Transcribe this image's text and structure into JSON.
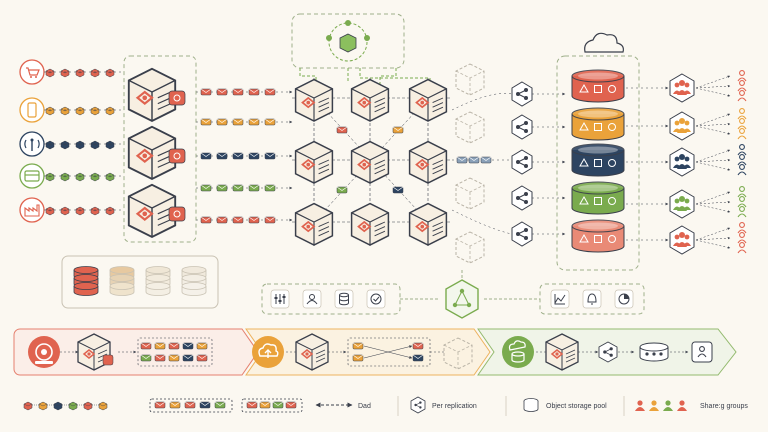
{
  "colors": {
    "red": "#e0634f",
    "orange": "#eaa23a",
    "navy": "#2d4461",
    "green": "#7aab4e",
    "salmon": "#e98a76",
    "ink": "#3a3f4b",
    "dashed": "#9fb08a",
    "background": "#fbf8f1"
  },
  "sources": [
    {
      "icon": "shopping-cart-icon",
      "color": "#e0634f"
    },
    {
      "icon": "smartphone-icon",
      "color": "#eaa23a"
    },
    {
      "icon": "wireless-signal-icon",
      "color": "#2d4461"
    },
    {
      "icon": "credit-card-icon",
      "color": "#7aab4e"
    },
    {
      "icon": "factory-icon",
      "color": "#e0634f"
    }
  ],
  "cluster_ring": {
    "icon": "cloud-icon"
  },
  "storage_pools": [
    {
      "color": "#e0634f",
      "symbols": [
        "triangle-icon",
        "square-icon",
        "circle-icon"
      ]
    },
    {
      "color": "#eaa23a",
      "symbols": [
        "triangle-icon",
        "square-icon",
        "circle-icon"
      ]
    },
    {
      "color": "#2d4461",
      "symbols": [
        "triangle-icon",
        "square-icon",
        "circle-icon"
      ]
    },
    {
      "color": "#7aab4e",
      "symbols": [
        "triangle-icon",
        "square-icon",
        "circle-icon"
      ]
    },
    {
      "color": "#e98a76",
      "symbols": [
        "triangle-icon",
        "square-icon",
        "circle-icon"
      ]
    }
  ],
  "consumer_groups": [
    {
      "color": "#e0634f"
    },
    {
      "color": "#eaa23a"
    },
    {
      "color": "#2d4461"
    },
    {
      "color": "#7aab4e"
    },
    {
      "color": "#e0634f"
    }
  ],
  "tool_panel_left": [
    "sliders-icon",
    "user-profile-icon",
    "database-icon",
    "check-circle-icon"
  ],
  "tool_panel_right": [
    "line-chart-icon",
    "bell-icon",
    "pie-chart-icon"
  ],
  "pipeline_stages": [
    {
      "icon": "camera-icon",
      "color": "#e0634f"
    },
    {
      "icon": "cloud-upload-icon",
      "color": "#eaa23a"
    },
    {
      "icon": "database-cloud-icon",
      "color": "#7aab4e"
    }
  ],
  "legend": {
    "dashed_label": "Dad",
    "replication_label": "Per replication",
    "storage_label": "Object storage pool",
    "groups_label": "Share:g groups"
  }
}
